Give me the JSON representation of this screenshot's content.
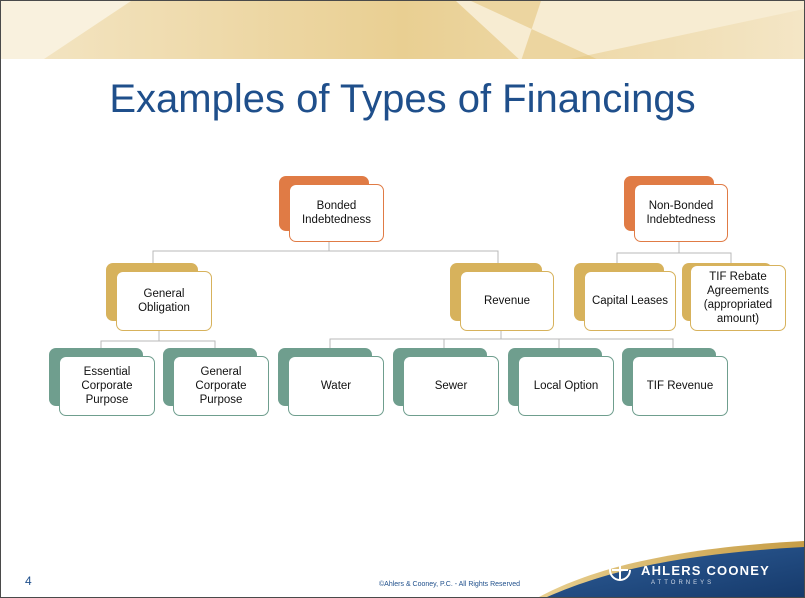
{
  "slide": {
    "title": "Examples of Types of Financings",
    "page_number": "4",
    "copyright": "©Ahlers & Cooney, P.C. - All Rights Reserved"
  },
  "logo": {
    "name": "AHLERS COONEY",
    "subtitle": "ATTORNEYS"
  },
  "colors": {
    "title": "#1f4f8b",
    "level1": "#e07b45",
    "level2": "#d7b25c",
    "level3": "#6f9e8e",
    "connector": "#b9b9b9"
  },
  "nodes": {
    "bonded": "Bonded Indebtedness",
    "nonbonded": "Non-Bonded Indebtedness",
    "general_obligation": "General Obligation",
    "revenue": "Revenue",
    "capital_leases": "Capital Leases",
    "tif_rebate": "TIF Rebate Agreements (appropriated amount)",
    "essential_corporate": "Essential Corporate Purpose",
    "general_corporate": "General Corporate Purpose",
    "water": "Water",
    "sewer": "Sewer",
    "local_option": "Local Option",
    "tif_revenue": "TIF Revenue"
  }
}
